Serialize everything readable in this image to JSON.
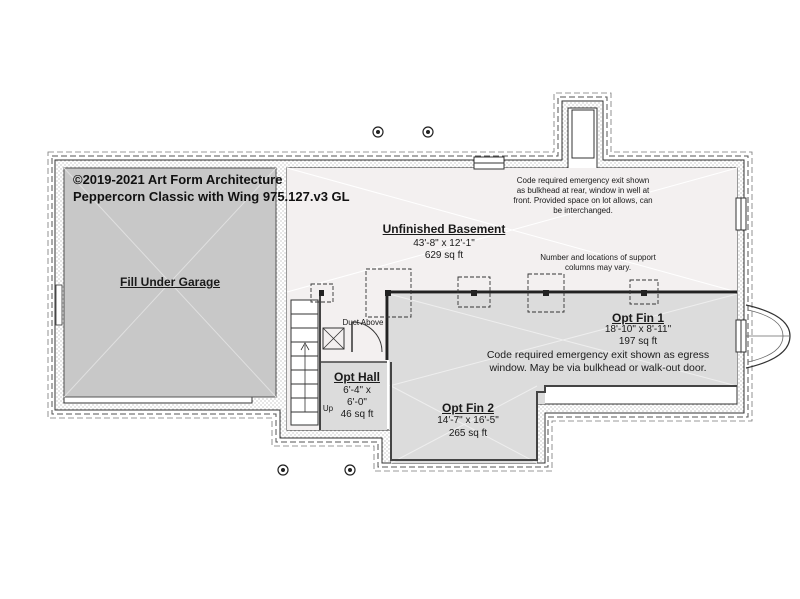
{
  "copyright": {
    "line1": "©2019-2021 Art Form Architecture",
    "line2": "Peppercorn Classic with Wing 975.127.v3 GL"
  },
  "rooms": {
    "garage": {
      "label": "Fill Under Garage"
    },
    "basement": {
      "label": "Unfinished Basement",
      "dims": "43'-8\" x 12'-1\"",
      "area": "629 sq ft"
    },
    "opt_fin_1": {
      "label": "Opt Fin 1",
      "dims": "18'-10\" x 8'-11\"",
      "area": "197 sq ft"
    },
    "opt_fin_2": {
      "label": "Opt Fin 2",
      "dims": "14'-7\" x 16'-5\"",
      "area": "265 sq ft"
    },
    "opt_hall": {
      "label": "Opt Hall",
      "dims_line1": "6'-4\" x",
      "dims_line2": "6'-0\"",
      "area": "46 sq ft"
    }
  },
  "notes": {
    "bulkhead": "Code required emergency exit shown as bulkhead at rear, window in well at front. Provided space on lot allows, can be interchanged.",
    "columns": "Number and locations of support columns may vary.",
    "egress": "Code required emergency exit shown as egress window. May be via bulkhead or walk-out door."
  },
  "annotations": {
    "duct": "Duct Above",
    "stairs_up": "Up"
  },
  "colors": {
    "garage_fill": "#c8c8c8",
    "finished_fill": "#dcdcdc",
    "basement_fill": "#f3f0f0",
    "wall": "#333333"
  }
}
